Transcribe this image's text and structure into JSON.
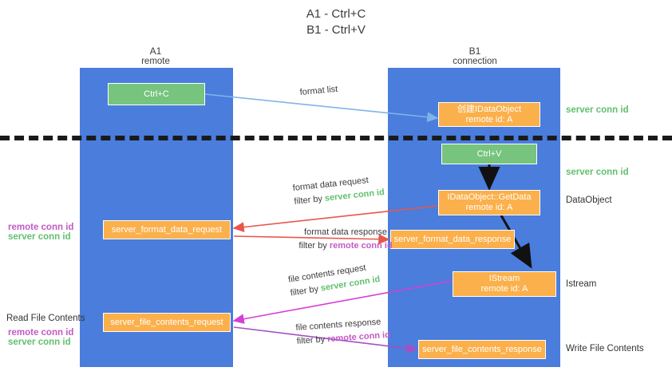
{
  "title": {
    "line1": "A1 - Ctrl+C",
    "line2": "B1 - Ctrl+V"
  },
  "lanes": [
    {
      "name": "A1",
      "sub": "remote"
    },
    {
      "name": "B1",
      "sub": "connection"
    }
  ],
  "colors": {
    "lane": "#4a7ddc",
    "green_box": "#76c47e",
    "orange_box": "#fbb04b",
    "server_conn": "#62bf70",
    "remote_conn": "#c45ac4",
    "arrow_blue": "#7fb4e8",
    "arrow_red": "#e8564a",
    "arrow_magenta": "#d63fd6",
    "arrow_purple": "#a64fc4",
    "arrow_black": "#111111",
    "separator": "#1a1a1a"
  },
  "nodes": {
    "ctrl_c": {
      "line1": "Ctrl+C",
      "line2": ""
    },
    "create_idataobject": {
      "line1": "创建IDataObject",
      "line2": "remote id: A"
    },
    "ctrl_v": {
      "line1": "Ctrl+V",
      "line2": ""
    },
    "getdata": {
      "line1": "IDataObject::GetData",
      "line2": "remote id: A"
    },
    "istream": {
      "line1": "IStream",
      "line2": "remote id: A"
    },
    "server_format_data_request": {
      "line1": "server_format_data_request",
      "line2": ""
    },
    "server_format_data_response": {
      "line1": "server_format_data_response",
      "line2": ""
    },
    "server_file_contents_request": {
      "line1": "server_file_contents_request",
      "line2": ""
    },
    "server_file_contents_response": {
      "line1": "server_file_contents_response",
      "line2": ""
    }
  },
  "edge_labels": {
    "format_list": "format list",
    "format_data_request": "format data request",
    "format_data_request_filter_prefix": "filter by ",
    "format_data_request_filter_key": "server conn id",
    "format_data_response": "format data response",
    "format_data_response_filter_prefix": "filter by ",
    "format_data_response_filter_key": "remote conn id",
    "file_contents_request": "file contents request",
    "file_contents_request_filter_prefix": "filter by ",
    "file_contents_request_filter_key": "server conn id",
    "file_contents_response": "file contents response",
    "file_contents_response_filter_prefix": "filter by ",
    "file_contents_response_filter_key": "remote conn id"
  },
  "right_labels": {
    "server_conn_top": "server conn id",
    "server_conn_mid": "server conn id",
    "dataobject": "DataObject",
    "istream": "Istream",
    "write_file_contents": "Write File Contents"
  },
  "left_labels": {
    "remote_conn_1": "remote conn id",
    "server_conn_1": "server conn id",
    "read_file_contents": "Read File Contents",
    "remote_conn_2": "remote conn id",
    "server_conn_2": "server conn id"
  }
}
